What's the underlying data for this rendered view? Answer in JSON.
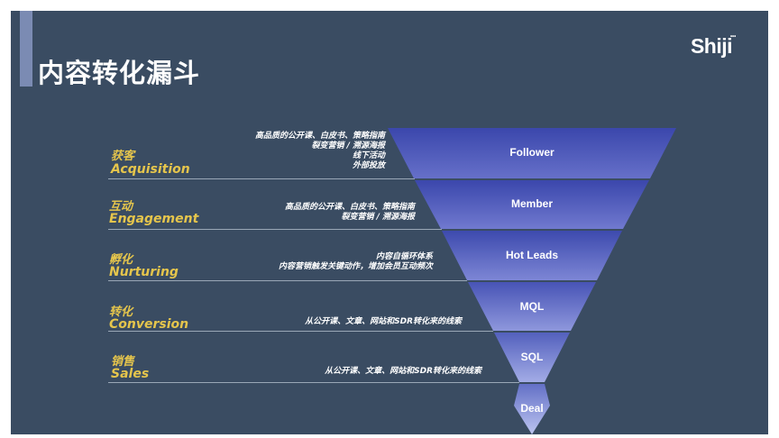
{
  "title": "内容转化漏斗",
  "logo": "Shiji",
  "funnel_levels": [
    "Follower",
    "Member",
    "Hot Leads",
    "MQL",
    "SQL",
    "Deal"
  ],
  "stages": [
    {
      "cn": "获客",
      "en": "Acquisition",
      "desc": [
        "高品质的公开课、白皮书、策略指南",
        "裂变营销 / 溯源海报",
        "线下活动",
        "外部投放"
      ]
    },
    {
      "cn": "互动",
      "en": "Engagement",
      "desc": [
        "高品质的公开课、白皮书、策略指南",
        "裂变营销 / 溯源海报"
      ]
    },
    {
      "cn": "孵化",
      "en": "Nurturing",
      "desc": [
        "内容自循环体系",
        "内容营销触发关键动作，增加会员互动频次"
      ]
    },
    {
      "cn": "转化",
      "en": "Conversion",
      "desc": [
        "从公开课、文章、网站和SDR转化来的线索"
      ]
    },
    {
      "cn": "销售",
      "en": "Sales",
      "desc": [
        "从公开课、文章、网站和SDR转化来的线索"
      ]
    }
  ],
  "colors": {
    "background": "#3a4c62",
    "accent": "#e5c54c",
    "funnel_top": "#3d4bb0",
    "funnel_bottom": "#b8c2ec"
  }
}
